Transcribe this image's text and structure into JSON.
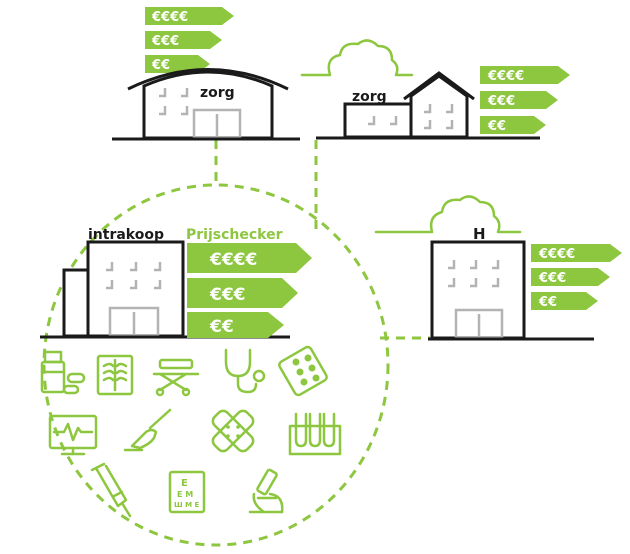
{
  "colors": {
    "accent": "#8dc63f",
    "ink": "#1a1a1a",
    "window": "#b3b3b3"
  },
  "building_top_left": {
    "label": "zorg",
    "tags": [
      "€€€€",
      "€€€",
      "€€"
    ]
  },
  "building_top_right": {
    "label": "zorg",
    "tags": [
      "€€€€",
      "€€€",
      "€€"
    ]
  },
  "building_mid_right": {
    "label": "H",
    "tags": [
      "€€€€",
      "€€€",
      "€€"
    ]
  },
  "circle_building": {
    "label_left": "intrakoop",
    "label_right": "Prijschecker",
    "tags": [
      "€€€€",
      "€€€",
      "€€"
    ]
  },
  "icons": [
    "medicine-bottle-pills-icon",
    "xray-chest-icon",
    "stretcher-icon",
    "stethoscope-icon",
    "pill-blister-icon",
    "heart-monitor-icon",
    "scalpel-icon",
    "bandage-icon",
    "test-tubes-icon",
    "crutch-icon",
    "eye-chart-icon",
    "microscope-icon"
  ],
  "eye_chart": {
    "line1": "E",
    "line2": "E M",
    "line3": "Ш M E"
  }
}
